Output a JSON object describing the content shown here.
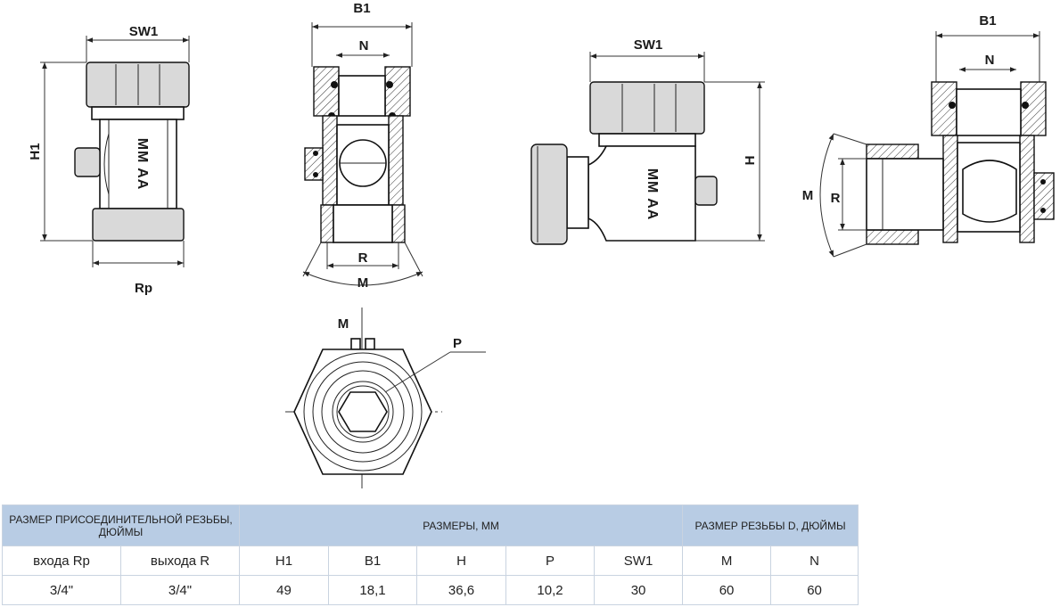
{
  "labels": {
    "sw1": "SW1",
    "h1": "H1",
    "rp": "Rp",
    "b1": "B1",
    "n": "N",
    "r": "R",
    "m": "M",
    "h": "H",
    "p": "P",
    "body_mark": "MM AA"
  },
  "table": {
    "group_headers": {
      "connection": "РАЗМЕР ПРИСОЕДИНИТЕЛЬНОЙ РЕЗЬБЫ, ДЮЙМЫ",
      "dimensions": "РАЗМЕРЫ, ММ",
      "thread": "РАЗМЕР РЕЗЬБЫ D, ДЮЙМЫ"
    },
    "columns": [
      "входа Rp",
      "выхода R",
      "H1",
      "B1",
      "H",
      "P",
      "SW1",
      "M",
      "N"
    ],
    "rows": [
      [
        "3/4\"",
        "3/4\"",
        "49",
        "18,1",
        "36,6",
        "10,2",
        "30",
        "60",
        "60"
      ]
    ]
  },
  "colors": {
    "header_bg": "#b8cce4",
    "border": "#c9d3e0",
    "line": "#111111"
  }
}
